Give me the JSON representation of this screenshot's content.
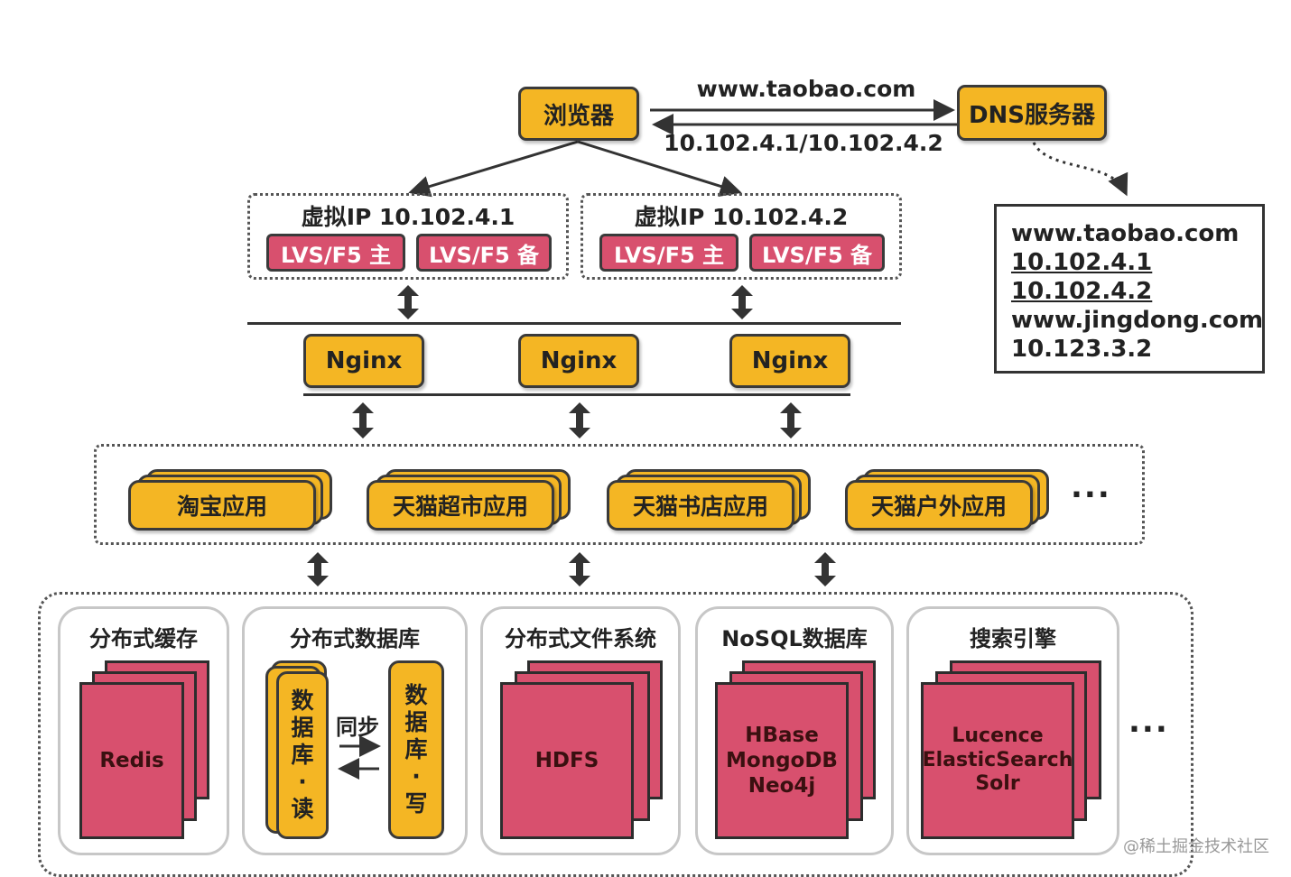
{
  "top": {
    "browser": "浏览器",
    "dns_server": "DNS服务器",
    "request_domain": "www.taobao.com",
    "response_ips": "10.102.4.1/10.102.4.2"
  },
  "dns_table": [
    "www.taobao.com",
    "10.102.4.1",
    "10.102.4.2",
    "www.jingdong.com",
    "10.123.3.2"
  ],
  "vip_groups": [
    {
      "title": "虚拟IP 10.102.4.1",
      "master": "LVS/F5 主",
      "backup": "LVS/F5 备"
    },
    {
      "title": "虚拟IP 10.102.4.2",
      "master": "LVS/F5 主",
      "backup": "LVS/F5 备"
    }
  ],
  "nginx": [
    "Nginx",
    "Nginx",
    "Nginx"
  ],
  "apps": [
    "淘宝应用",
    "天猫超市应用",
    "天猫书店应用",
    "天猫户外应用"
  ],
  "ellipsis": "...",
  "storage": {
    "cache": {
      "title": "分布式缓存",
      "lines": [
        "Redis"
      ]
    },
    "database": {
      "title": "分布式数据库",
      "read": [
        "数",
        "据",
        "库",
        "·",
        "读"
      ],
      "sync": "同步",
      "write": [
        "数",
        "据",
        "库",
        "·",
        "写"
      ]
    },
    "fs": {
      "title": "分布式文件系统",
      "lines": [
        "HDFS"
      ]
    },
    "nosql": {
      "title": "NoSQL数据库",
      "lines": [
        "HBase",
        "MongoDB",
        "Neo4j"
      ]
    },
    "search": {
      "title": "搜索引擎",
      "lines": [
        "Lucence",
        "ElasticSearch",
        "Solr"
      ]
    }
  },
  "watermark": "@稀土掘金技术社区",
  "colors": {
    "yellow": "#f4b624",
    "pink": "#d8506e",
    "border": "#3a3a3a"
  }
}
